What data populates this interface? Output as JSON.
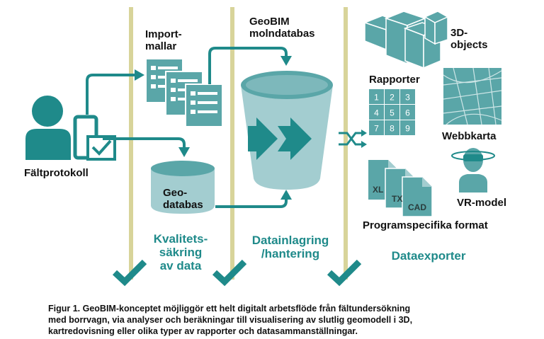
{
  "labels": {
    "import_templates": "Import-\nmallar",
    "cloud_db": "GeoBIM\nmolndatabas",
    "field_protocol": "Fältprotokoll",
    "geo_db": "Geo-\ndatabas",
    "objects_3d": "3D-\nobjects",
    "reports": "Rapporter",
    "web_map": "Webbkarta",
    "vr_model": "VR-model",
    "program_formats": "Programspecifika format"
  },
  "stages": {
    "quality": "Kvalitets-\nsäkring\nav data",
    "storage": "Datainlagring\n/hantering",
    "export": "Dataexporter"
  },
  "report_grid": [
    "1",
    "2",
    "3",
    "4",
    "5",
    "6",
    "7",
    "8",
    "9"
  ],
  "file_types": [
    "XL",
    "TX",
    "CAD"
  ],
  "caption": "Figur 1. GeoBIM-konceptet möjliggör ett helt digitalt arbetsflöde från fältundersökning\nmed borrvagn, via analyser och beräkningar till visualisering av slutlig geomodell i 3D,\nkartredovisning eller olika typer av rapporter och datasammanställningar.",
  "colors": {
    "teal": "#1f8a8a",
    "teal_light": "#5aa6a8",
    "divider": "#d8d49a"
  }
}
